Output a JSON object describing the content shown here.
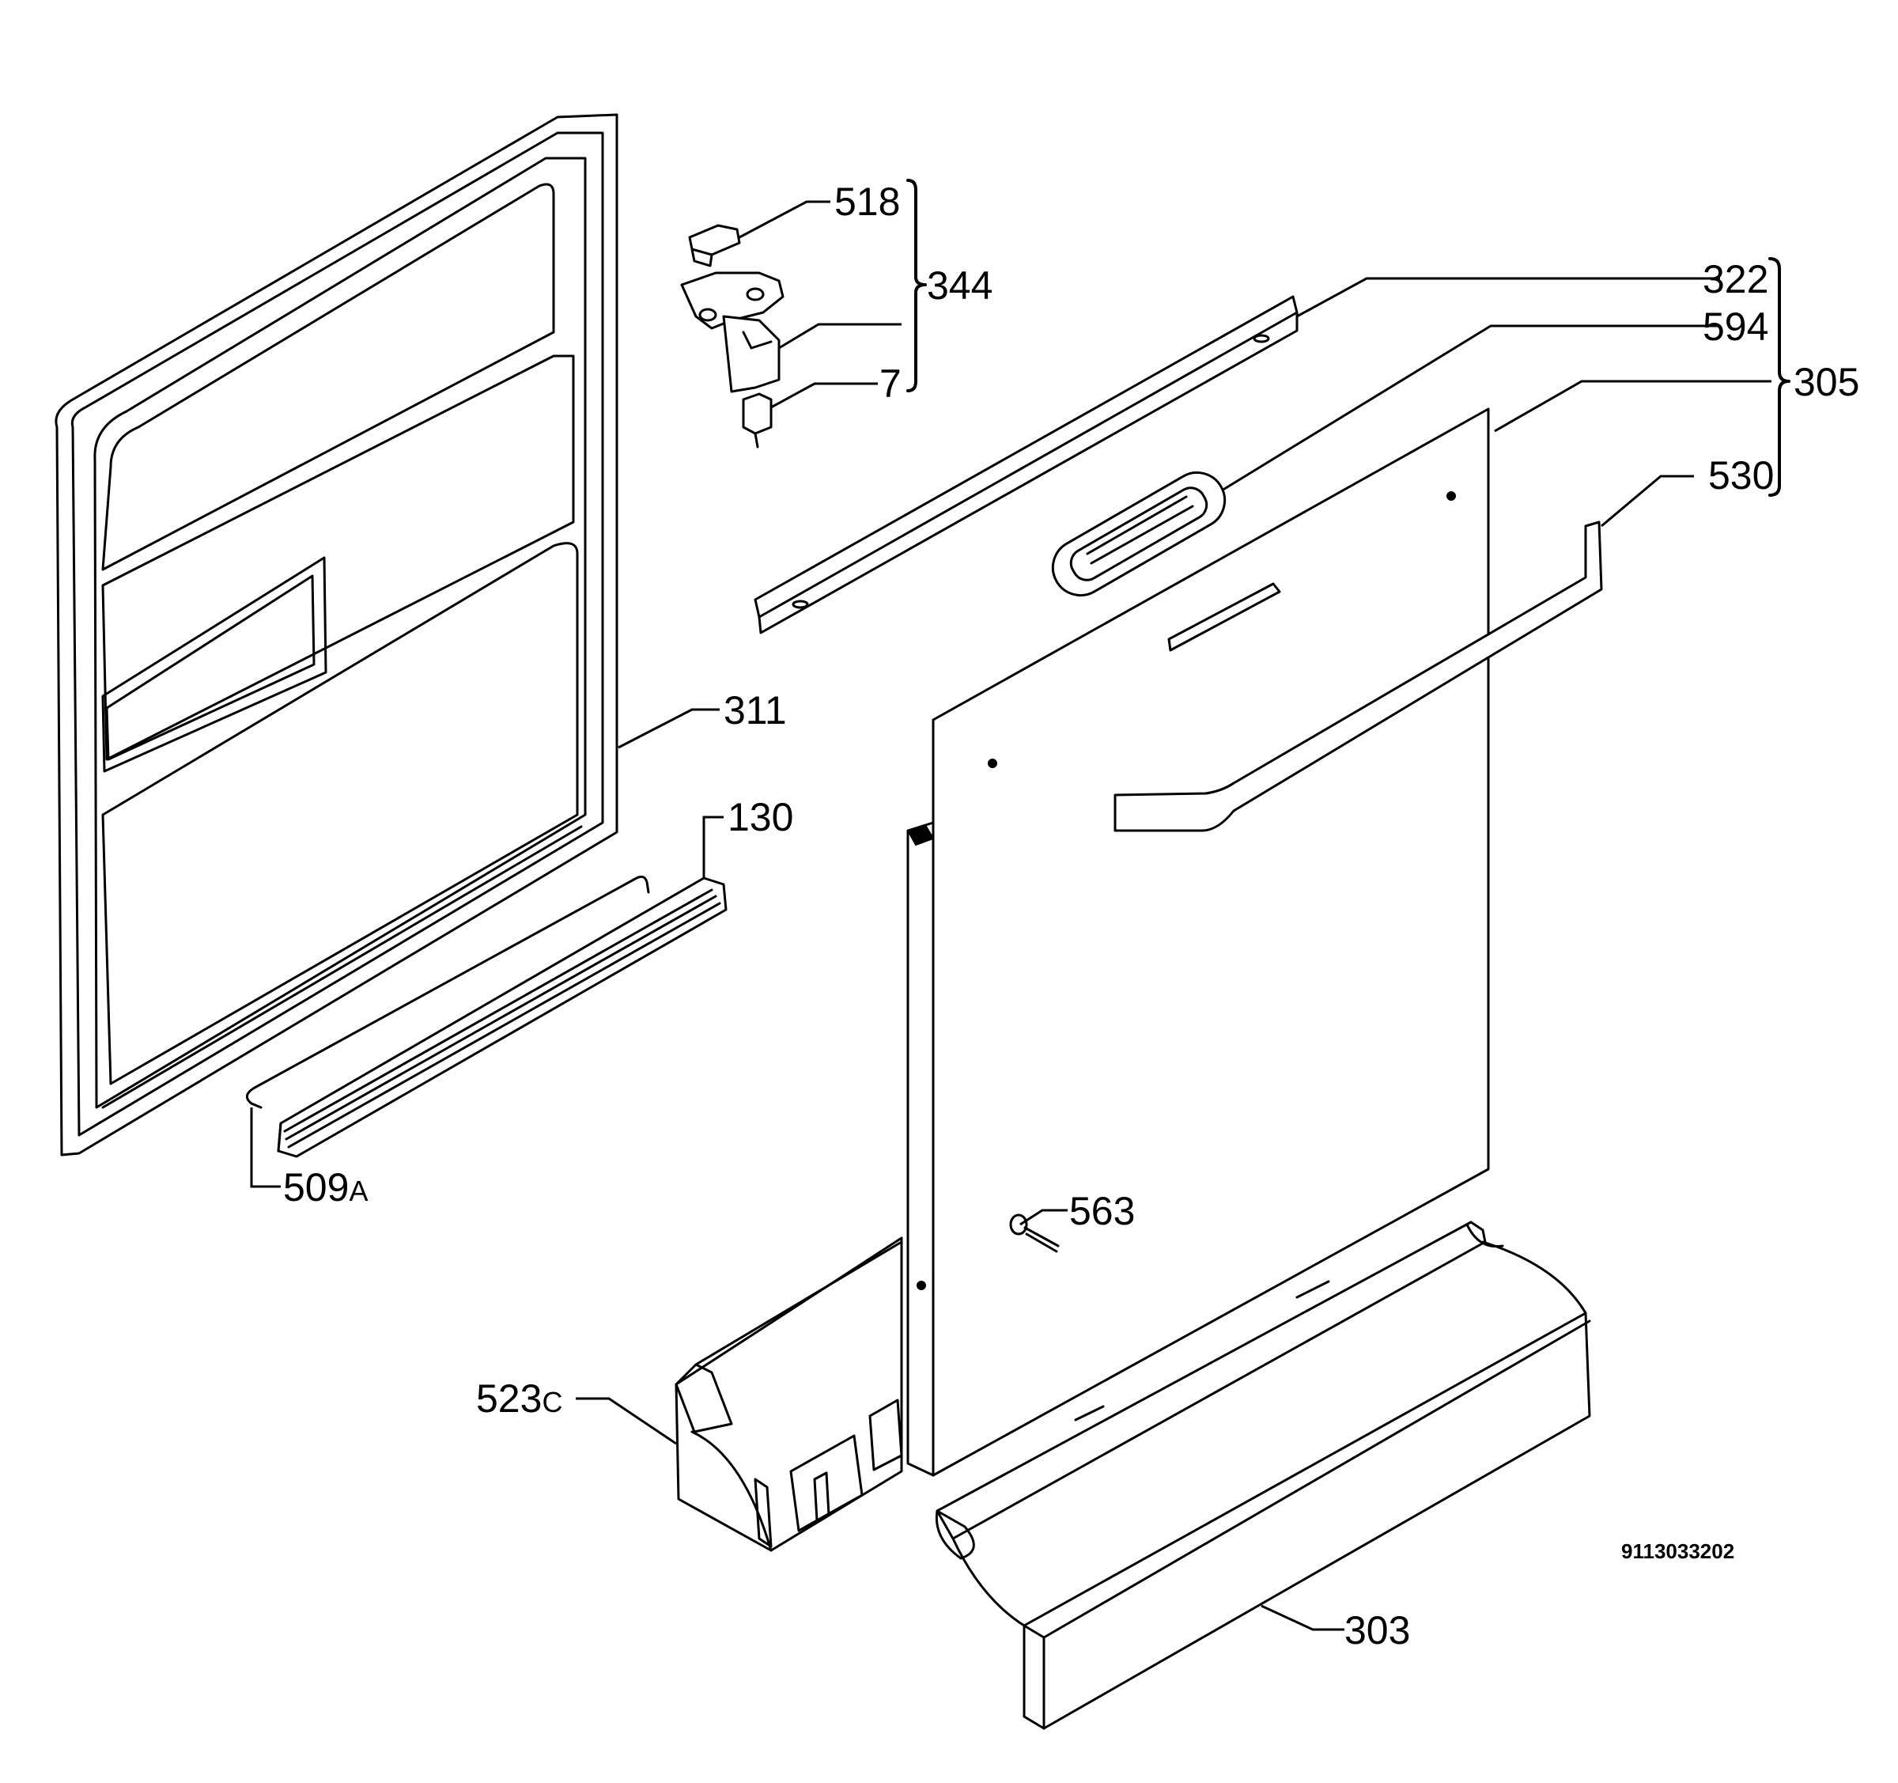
{
  "callouts": {
    "p518": "518",
    "p344": "344",
    "p7": "7",
    "p322": "322",
    "p594": "594",
    "p305": "305",
    "p530": "530",
    "p311": "311",
    "p130": "130",
    "p509": "509",
    "p509_suffix": "A",
    "p563": "563",
    "p523": "523",
    "p523_suffix": "C",
    "p303": "303"
  },
  "drawing_number": "9113033202"
}
